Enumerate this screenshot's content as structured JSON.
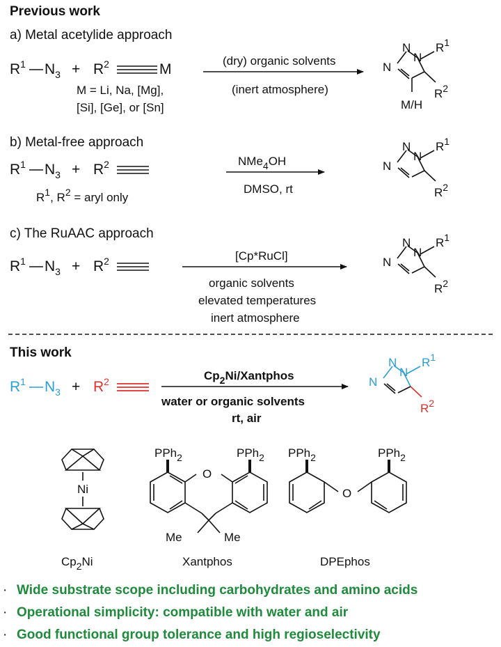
{
  "headings": {
    "previous": "Previous work",
    "section_a": "a) Metal acetylide approach",
    "section_b": "b) Metal-free approach",
    "section_c": "c) The RuAAC approach",
    "this_work": "This work"
  },
  "labels": {
    "r": "R",
    "n": "N",
    "n3": "N",
    "sub3": "3",
    "plus": "+",
    "sup1": "1",
    "sup2": "2",
    "m": "M",
    "m_list_1": "M = Li, Na, [Mg],",
    "m_list_2": "[Si], [Ge], or [Sn]",
    "mh": "M/H",
    "aryl_prefix": "R",
    "aryl_mid": ", R",
    "aryl_suffix": " = aryl only",
    "ph2": "Ph",
    "p": "P",
    "o": "O",
    "me": "Me",
    "ni": "Ni"
  },
  "conditions": {
    "a_top": "(dry) organic solvents",
    "a_bottom": "(inert atmosphere)",
    "b_top_pre": "NMe",
    "b_top_sub": "4",
    "b_top_post": "OH",
    "b_bottom": "DMSO, rt",
    "c_top": "[Cp*RuCl]",
    "c_bottom_1": "organic solvents",
    "c_bottom_2": "elevated temperatures",
    "c_bottom_3": "inert atmosphere",
    "tw_top_pre": "Cp",
    "tw_top_sub": "2",
    "tw_top_post": "Ni/Xantphos",
    "tw_bottom_1": "water or organic solvents",
    "tw_bottom_2": "rt, air"
  },
  "ligands": {
    "cp2ni_pre": "Cp",
    "cp2ni_sub": "2",
    "cp2ni_post": "Ni",
    "xantphos": "Xantphos",
    "dpephos": "DPEphos"
  },
  "highlights": [
    "Wide substrate scope including carbohydrates and amino acids",
    "Operational simplicity: compatible with water and air",
    "Good functional group tolerance and high regioselectivity"
  ],
  "bullet": "·",
  "colors": {
    "azide": "#2a9fd6",
    "alkyne": "#e0302b",
    "highlight": "#1f8a3c"
  }
}
